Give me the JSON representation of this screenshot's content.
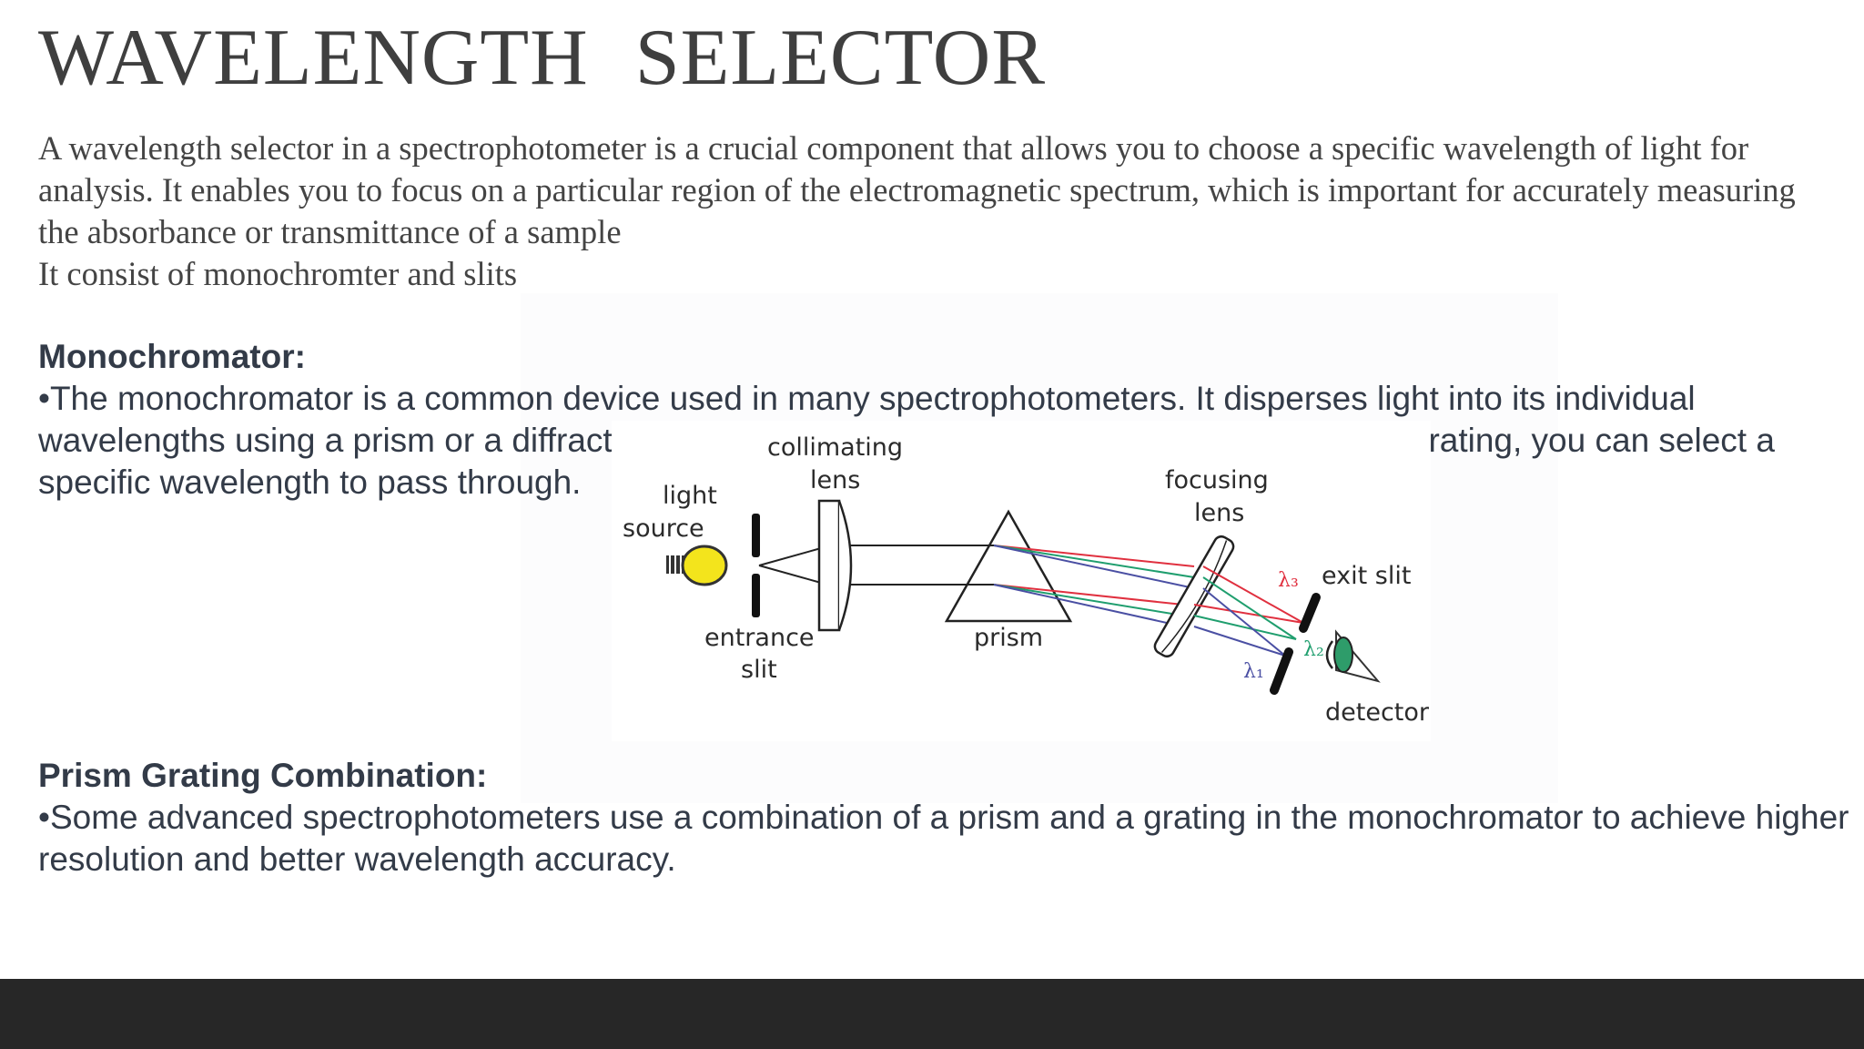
{
  "slide": {
    "title": "WAVELENGTH  SELECTOR",
    "intro_paragraph": "A wavelength selector in a spectrophotometer is a crucial component that allows you to choose a specific wavelength of light for analysis. It enables you to focus on a particular region of the electromagnetic spectrum, which is important for accurately measuring the absorbance or transmittance of a sample",
    "intro_line_2": "It consist of monochromter and slits",
    "section_1": {
      "heading": "Monochromator:",
      "body": "•The monochromator is a common device used in many spectrophotometers. It disperses light into its individual wavelengths using a prism or a diffraction grating. By adjusting the angle of the prism or the grating, you can select a specific wavelength to pass through."
    },
    "section_2": {
      "heading": "Prism Grating Combination:",
      "body": "•Some advanced spectrophotometers use a combination of a prism and a grating in the monochromator to achieve higher resolution and better wavelength accuracy."
    }
  },
  "diagram": {
    "labels": {
      "light_source_1": "light",
      "light_source_2": "source",
      "collimating_1": "collimating",
      "collimating_2": "lens",
      "focusing_1": "focusing",
      "focusing_2": "lens",
      "entrance_1": "entrance",
      "entrance_2": "slit",
      "prism": "prism",
      "exit_slit": "exit slit",
      "detector": "detector",
      "lambda_1": "λ₁",
      "lambda_2": "λ₂",
      "lambda_3": "λ₃"
    },
    "colors": {
      "red_ray": "#e0303f",
      "green_ray": "#1f9e6e",
      "blue_ray": "#4a4fa3",
      "bulb": "#f3e41c",
      "eye": "#2e9c6a"
    }
  }
}
